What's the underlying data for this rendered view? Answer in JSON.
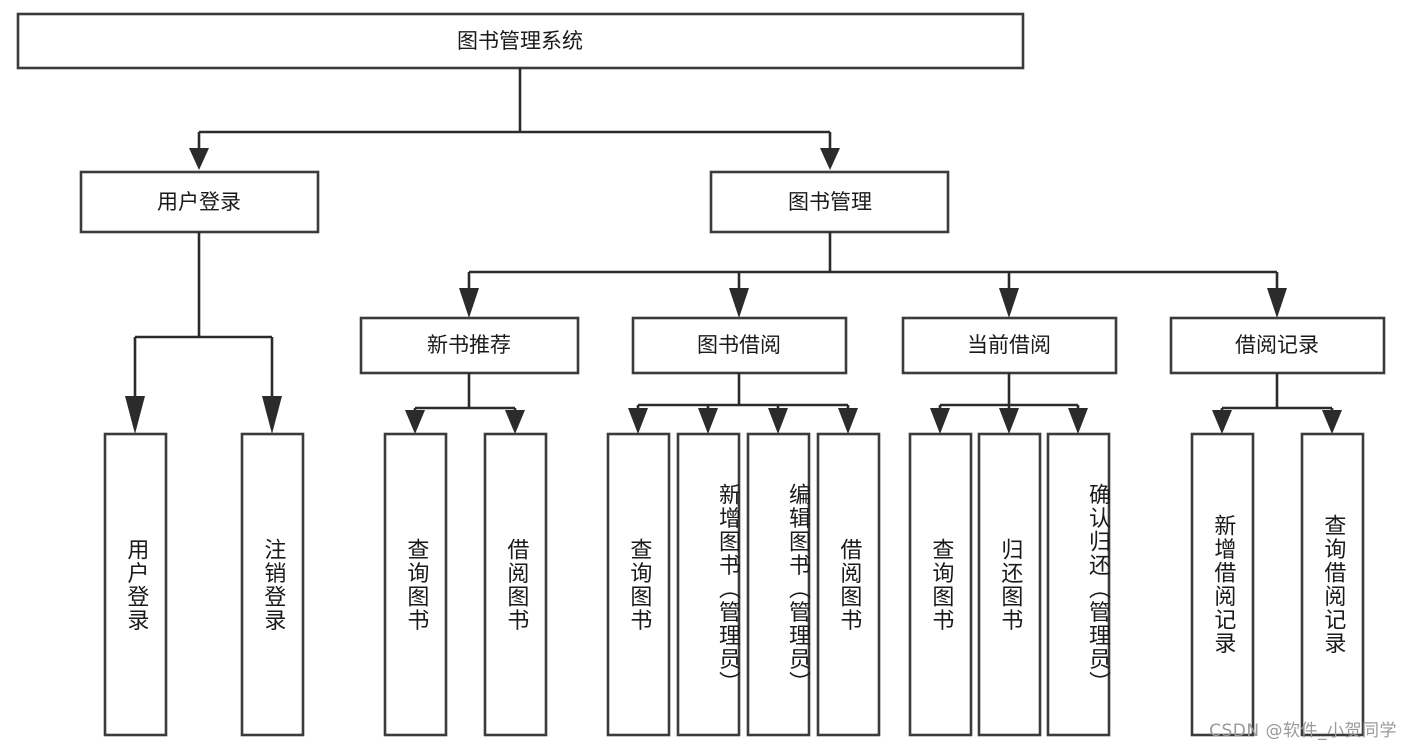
{
  "diagram": {
    "title": "图书管理系统",
    "type": "tree-hierarchy",
    "watermark": "CSDN @软件_小贺同学",
    "root": {
      "label": "图书管理系统"
    },
    "level2": [
      {
        "label": "用户登录"
      },
      {
        "label": "图书管理"
      }
    ],
    "level3": [
      {
        "label": "新书推荐"
      },
      {
        "label": "图书借阅"
      },
      {
        "label": "当前借阅"
      },
      {
        "label": "借阅记录"
      }
    ],
    "leaves": {
      "user_login": [
        {
          "label": "用户登录"
        },
        {
          "label": "注销登录"
        }
      ],
      "new_book_recommend": [
        {
          "label": "查询图书"
        },
        {
          "label": "借阅图书"
        }
      ],
      "book_borrow": [
        {
          "label": "查询图书"
        },
        {
          "label": "新增图书（管理员）"
        },
        {
          "label": "编辑图书（管理员）"
        },
        {
          "label": "借阅图书"
        }
      ],
      "current_borrow": [
        {
          "label": "查询图书"
        },
        {
          "label": "归还图书"
        },
        {
          "label": "确认归还（管理员）"
        }
      ],
      "borrow_record": [
        {
          "label": "新增借阅记录"
        },
        {
          "label": "查询借阅记录"
        }
      ]
    },
    "colors": {
      "box_stroke": "#3b3b3b",
      "connector": "#2b2b2b",
      "box_fill": "#ffffff",
      "text": "#1a1a1a",
      "watermark": "#9a9a9a",
      "background": "#ffffff"
    }
  }
}
